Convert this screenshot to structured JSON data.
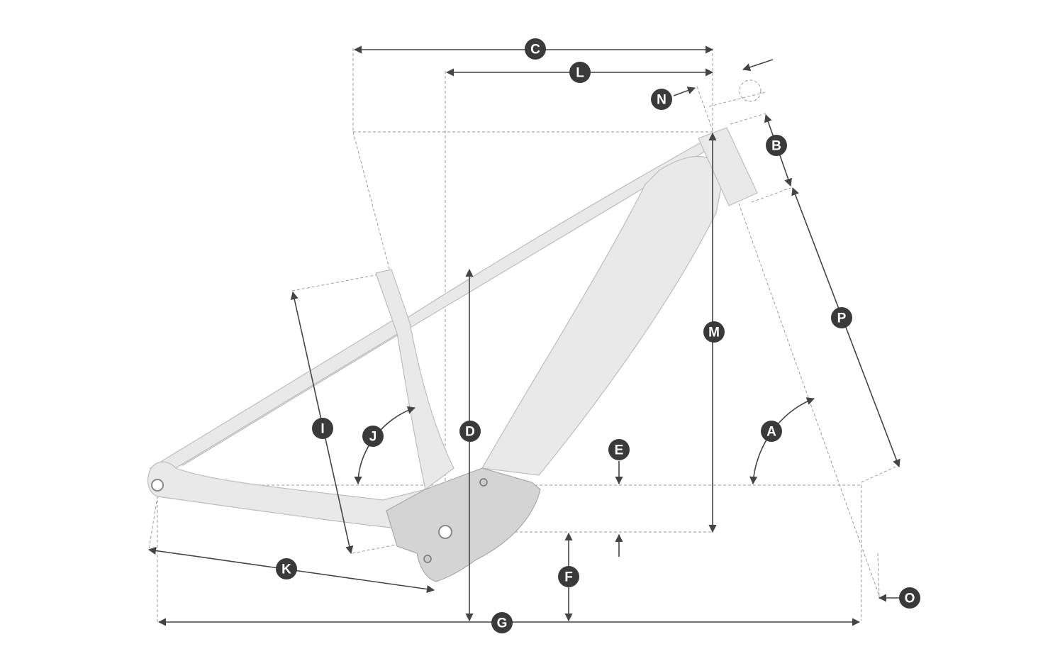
{
  "labels": [
    {
      "id": "A",
      "text": "A"
    },
    {
      "id": "B",
      "text": "B"
    },
    {
      "id": "C",
      "text": "C"
    },
    {
      "id": "D",
      "text": "D"
    },
    {
      "id": "E",
      "text": "E"
    },
    {
      "id": "F",
      "text": "F"
    },
    {
      "id": "G",
      "text": "G"
    },
    {
      "id": "I",
      "text": "I"
    },
    {
      "id": "J",
      "text": "J"
    },
    {
      "id": "K",
      "text": "K"
    },
    {
      "id": "L",
      "text": "L"
    },
    {
      "id": "M",
      "text": "M"
    },
    {
      "id": "N",
      "text": "N"
    },
    {
      "id": "O",
      "text": "O"
    },
    {
      "id": "P",
      "text": "P"
    }
  ],
  "colors": {
    "badge": "#3a3a3a",
    "badge_text": "#ffffff",
    "frame": "#e6e6e6",
    "motor": "#cfcfcf",
    "dimension_line": "#444444",
    "guide_line": "#9a9a9a"
  }
}
